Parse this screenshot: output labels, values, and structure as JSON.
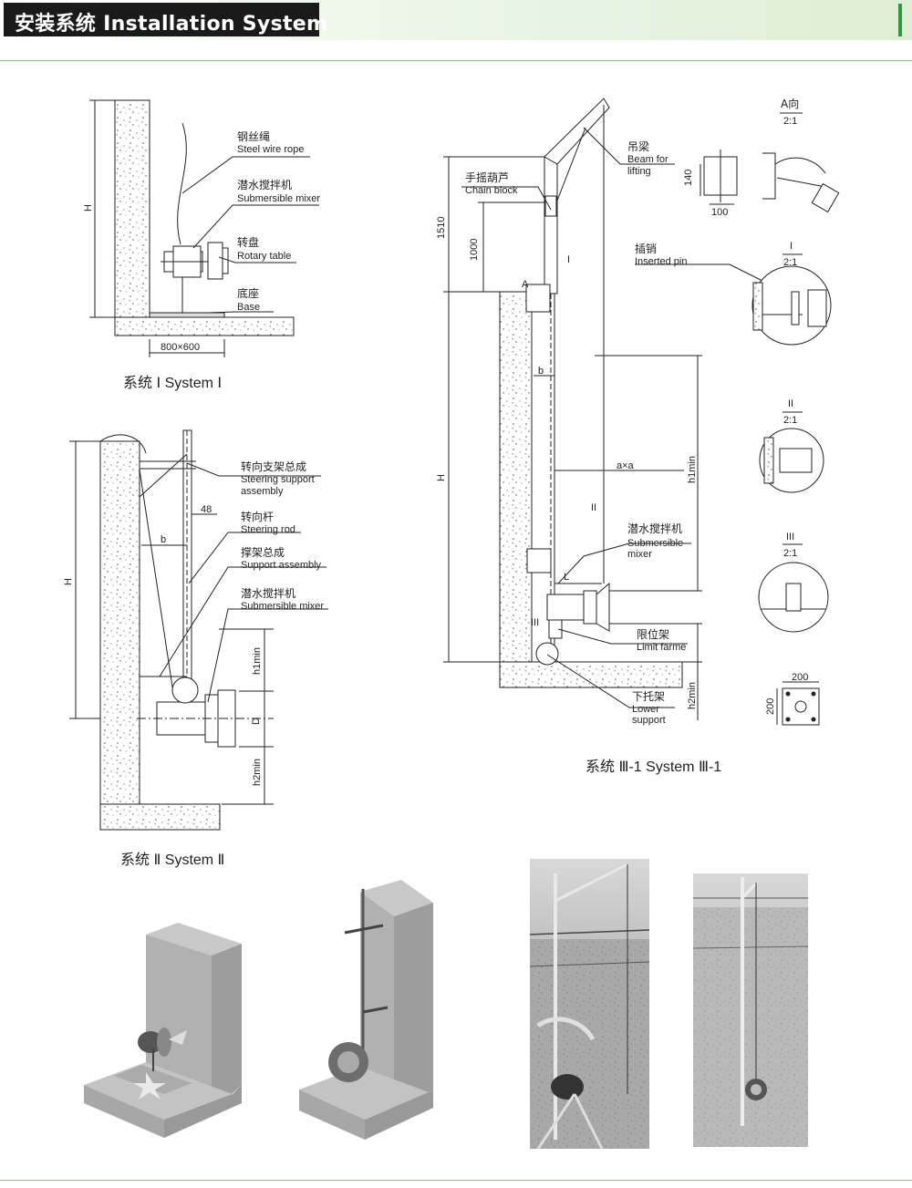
{
  "header": {
    "title": "安装系统  Installation System"
  },
  "system1": {
    "caption": "系统 Ⅰ    System Ⅰ",
    "labels": {
      "wire_rope_cn": "钢丝绳",
      "wire_rope_en": "Steel wire rope",
      "mixer_cn": "潜水搅拌机",
      "mixer_en": "Submersible mixer",
      "rotary_cn": "转盘",
      "rotary_en": "Rotary table",
      "base_cn": "底座",
      "base_en": "Base"
    },
    "dims": {
      "h": "H",
      "base_size": "800×600"
    }
  },
  "system2": {
    "caption": "系统 Ⅱ    System Ⅱ",
    "labels": {
      "steering_support_cn": "转向支架总成",
      "steering_support_en1": "Steering support",
      "steering_support_en2": "assembly",
      "steering_rod_cn": "转向杆",
      "steering_rod_en": "Steering rod",
      "support_cn": "撑架总成",
      "support_en": "Support assembly",
      "mixer_cn": "潜水搅拌机",
      "mixer_en": "Submersible mixer"
    },
    "dims": {
      "h": "H",
      "d48": "48",
      "b": "b",
      "h1": "h1min",
      "d": "D",
      "h2": "h2min"
    }
  },
  "system3": {
    "caption": "系统 Ⅲ-1    System Ⅲ-1",
    "labels": {
      "chain_block_cn": "手摇葫芦",
      "chain_block_en": "Chain block",
      "beam_cn": "吊梁",
      "beam_en1": "Beam for",
      "beam_en2": "lifting",
      "pin_cn": "插销",
      "pin_en": "Inserted pin",
      "mixer_cn": "潜水搅拌机",
      "mixer_en1": "Submersible",
      "mixer_en2": "mixer",
      "limit_cn": "限位架",
      "limit_en": "Limit farme",
      "lower_cn": "下托架",
      "lower_en1": "Lower",
      "lower_en2": "support"
    },
    "dims": {
      "d1510": "1510",
      "d1000": "1000",
      "a": "A",
      "i": "I",
      "ii": "II",
      "iii": "III",
      "b": "b",
      "h": "H",
      "axa": "a×a",
      "h1": "h1min",
      "h2": "h2min",
      "l": "L"
    },
    "details": {
      "a_view": "A向",
      "ratio": "2:1",
      "d140": "140",
      "d100": "100",
      "det_i": "I",
      "det_ii": "II",
      "det_iii": "III",
      "d200a": "200",
      "d200b": "200"
    }
  }
}
